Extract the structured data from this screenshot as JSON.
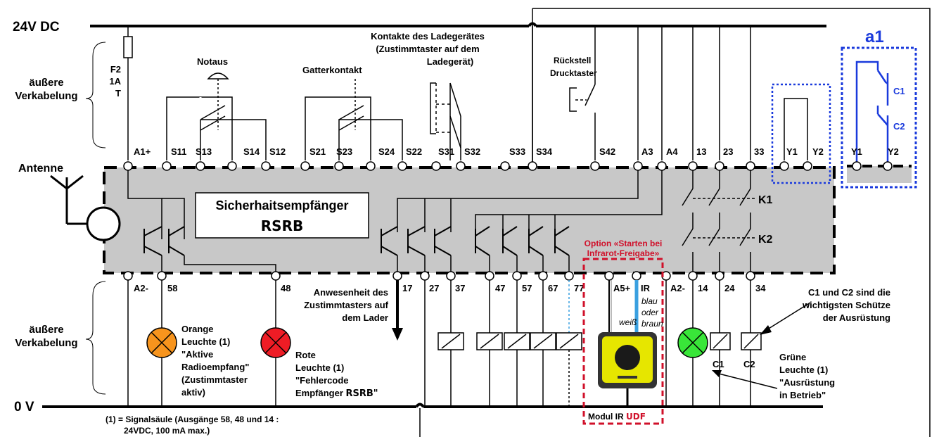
{
  "rails": {
    "top": "24V DC",
    "bottom": "0 V"
  },
  "side_labels": {
    "upper": [
      "äußere",
      "Verkabelung"
    ],
    "lower": [
      "äußere",
      "Verkabelung"
    ],
    "antenna": "Antenne"
  },
  "fuse": [
    "F2",
    "1A",
    "T"
  ],
  "top_labels": {
    "notaus": "Notaus",
    "gatter": "Gatterkontakt",
    "ladegeraet": [
      "Kontakte des Ladegerätes",
      "(Zustimmtaster auf dem",
      "Ladegerät)"
    ],
    "ruckstell": [
      "Rückstell",
      "Drucktaster"
    ]
  },
  "receiver": {
    "title": "Sicherhaitsempfänger",
    "model": "RSRB"
  },
  "top_terminals": [
    "A1+",
    "S11",
    "S13",
    "S14",
    "S12",
    "S21",
    "S23",
    "S24",
    "S22",
    "S31",
    "S32",
    "S33",
    "S34",
    "S42",
    "A3",
    "A4",
    "13",
    "23",
    "33",
    "Y1",
    "Y2"
  ],
  "bottom_terminals": [
    "A2-",
    "58",
    "48",
    "17",
    "27",
    "37",
    "47",
    "57",
    "67",
    "77",
    "A5+",
    "IR",
    "A2-",
    "14",
    "24",
    "34"
  ],
  "contactors": [
    "K1",
    "K2"
  ],
  "a1": {
    "title": "a1",
    "c1": "C1",
    "c2": "C2",
    "y1": "Y1",
    "y2": "Y2"
  },
  "option": [
    "Option «Starten bei",
    "Infrarot-Freigabe»"
  ],
  "module": {
    "prefix": "Modul IR ",
    "name": "UDF"
  },
  "wires": {
    "weiss": "weiß",
    "blau": [
      "blau",
      "oder",
      "braun"
    ]
  },
  "lamps": {
    "orange": [
      "Orange",
      "Leuchte (1)",
      "\"Aktive",
      "Radioempfang\"",
      "(Zustimmtaster",
      "aktiv)"
    ],
    "red": [
      "Rote",
      "Leuchte (1)",
      "\"Fehlercode",
      "Empfänger "
    ],
    "red_model": "RSRB\"",
    "green": [
      "Grüne",
      "Leuchte (1)",
      "\"Ausrüstung",
      "in Betrieb\""
    ]
  },
  "anwesenheit": [
    "Anwesenheit des",
    "Zustimmtasters auf",
    "dem Lader"
  ],
  "c_note": [
    "C1 und C2 sind die",
    "wichtigsten Schütze",
    "der Ausrüstung"
  ],
  "coil_labels": [
    "C1",
    "C2"
  ],
  "footnote": [
    "(1) = Signalsäule (Ausgänge 58, 48 und 14 :",
    "24VDC, 100 mA max.)"
  ],
  "colors": {
    "orange": "#f7941d",
    "red": "#ee1c25",
    "green": "#39e639",
    "blue": "#1a3adc",
    "option_red": "#d0102a",
    "module_yellow": "#e6e600",
    "panel_grey": "#c8c8c8"
  }
}
